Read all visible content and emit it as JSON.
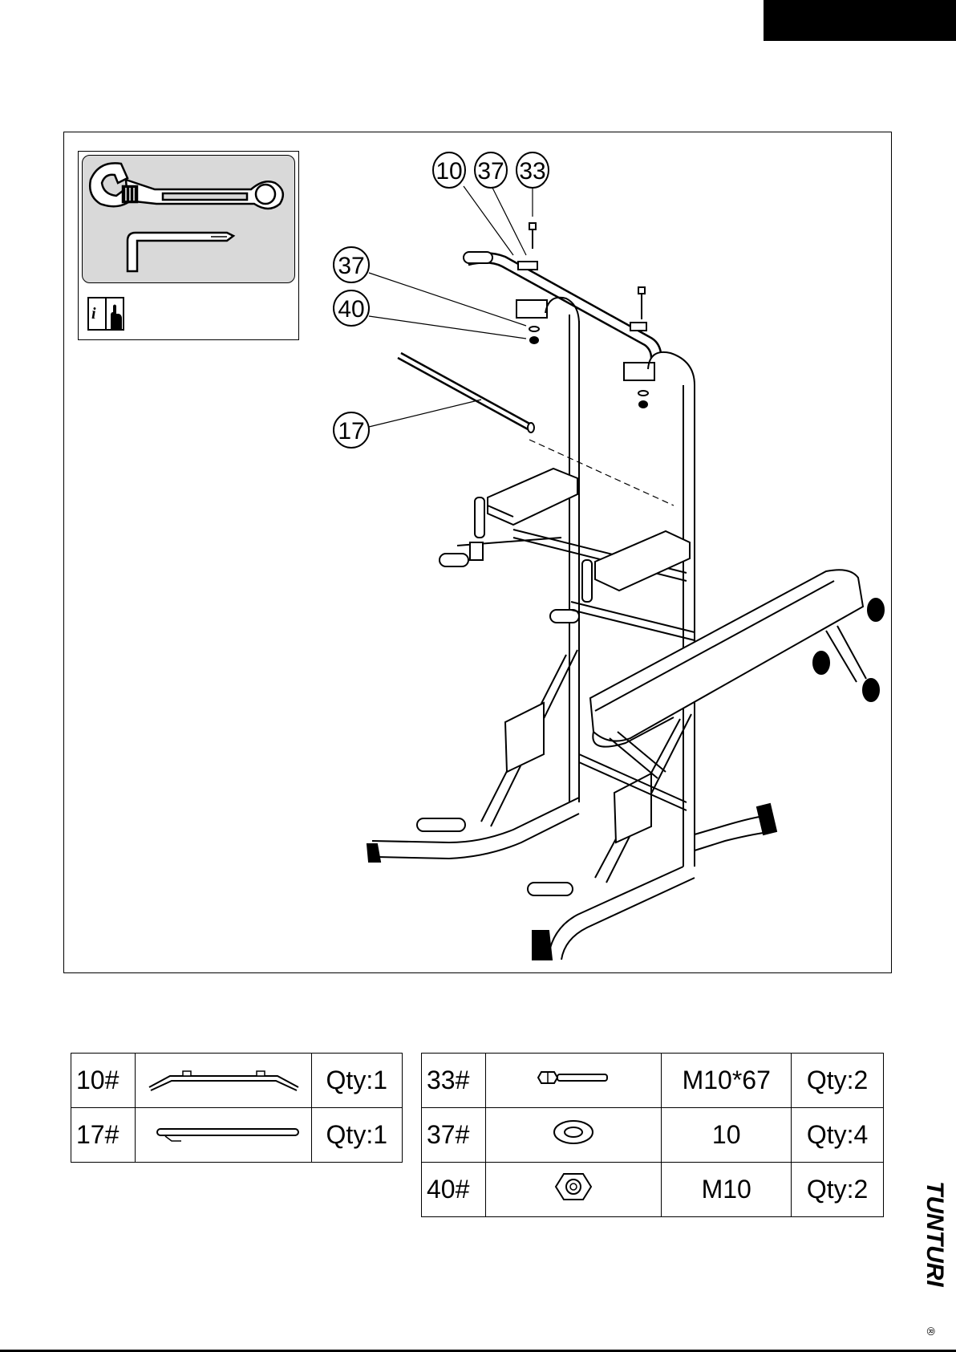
{
  "brand": {
    "name": "TUNTURI",
    "registered": "®"
  },
  "callouts": {
    "c10": "10",
    "c37a": "37",
    "c33": "33",
    "c37b": "37",
    "c40": "40",
    "c17": "17"
  },
  "icons": {
    "wrench": "adjustable-wrench-icon",
    "hex_key": "hex-key-icon",
    "manual": "info-manual-icon"
  },
  "parts_left": [
    {
      "num": "10#",
      "qty": "Qty:1"
    },
    {
      "num": "17#",
      "qty": "Qty:1"
    }
  ],
  "parts_right": [
    {
      "num": "33#",
      "spec": "M10*67",
      "qty": "Qty:2"
    },
    {
      "num": "37#",
      "spec": "10",
      "qty": "Qty:4"
    },
    {
      "num": "40#",
      "spec": "M10",
      "qty": "Qty:2"
    }
  ]
}
